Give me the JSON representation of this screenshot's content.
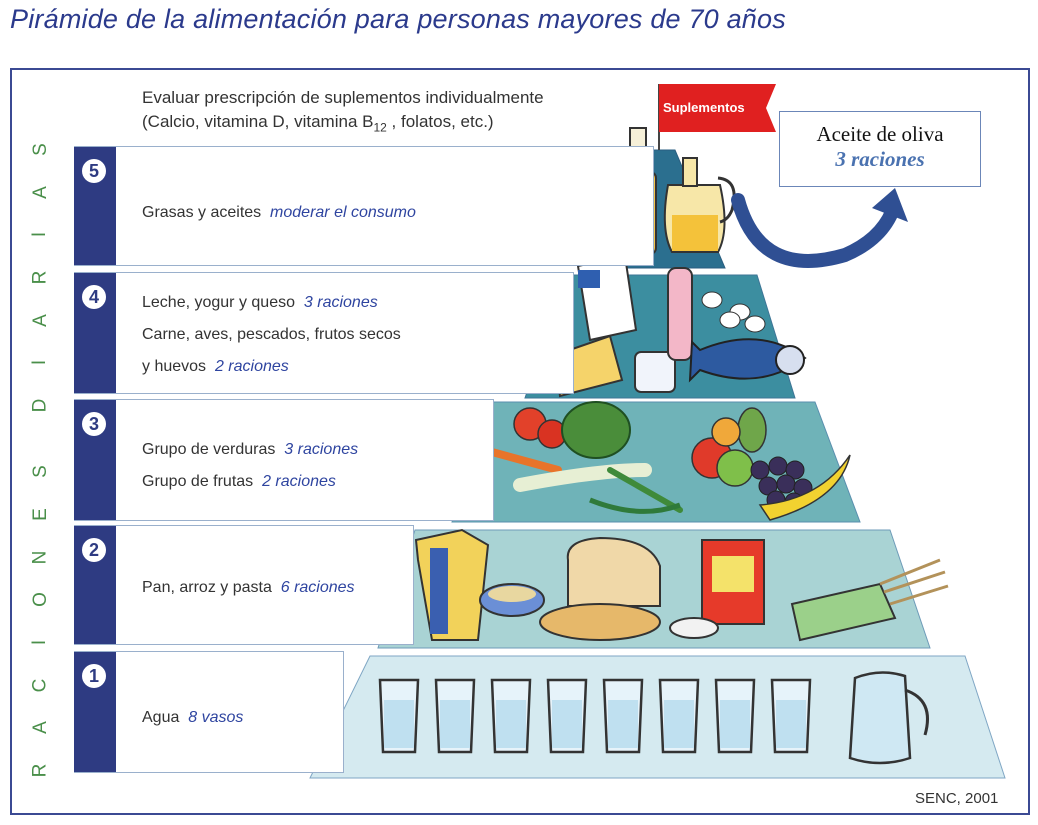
{
  "title": "Pirámide de la alimentación para personas mayores de 70 años",
  "side_label": [
    "R",
    "A",
    "C",
    "I",
    "O",
    "N",
    "E",
    "S",
    "",
    "D",
    "I",
    "A",
    "R",
    "I",
    "A",
    "S"
  ],
  "supplements": {
    "line1": "Evaluar prescripción de suplementos individualmente",
    "line2_pre": "(Calcio, vitamina D, vitamina B",
    "line2_sub": "12",
    "line2_post": " , folatos, etc.)",
    "flag": "Suplementos"
  },
  "levels": [
    {
      "number": "5",
      "lines": [
        {
          "text": "Grasas y aceites",
          "servings": "moderar el consumo"
        }
      ]
    },
    {
      "number": "4",
      "lines": [
        {
          "text": "Leche, yogur y queso",
          "servings": "3 raciones"
        },
        {
          "text": "Carne, aves, pescados, frutos secos",
          "servings": ""
        },
        {
          "text": "y huevos",
          "servings": "2 raciones"
        }
      ]
    },
    {
      "number": "3",
      "lines": [
        {
          "text": "Grupo de verduras",
          "servings": "3 raciones"
        },
        {
          "text": "Grupo de frutas",
          "servings": "2 raciones"
        }
      ]
    },
    {
      "number": "2",
      "lines": [
        {
          "text": "Pan, arroz y pasta",
          "servings": "6 raciones"
        }
      ]
    },
    {
      "number": "1",
      "lines": [
        {
          "text": "Agua",
          "servings": "8 vasos"
        }
      ]
    }
  ],
  "callout": {
    "line1": "Aceite de oliva",
    "line2": "3 raciones"
  },
  "credit": "SENC, 2001",
  "colors": {
    "title": "#2b3a8c",
    "bar": "#2e3b82",
    "servings": "#2f45a0",
    "side_label": "#4a8f4a",
    "tier5": "#2b6f8f",
    "tier4": "#3c8ea0",
    "tier3": "#6fb3b8",
    "tier2": "#a9d3d4",
    "tier1": "#d5eaf0",
    "flag": "#e02020",
    "arrow": "#2f4f93"
  }
}
